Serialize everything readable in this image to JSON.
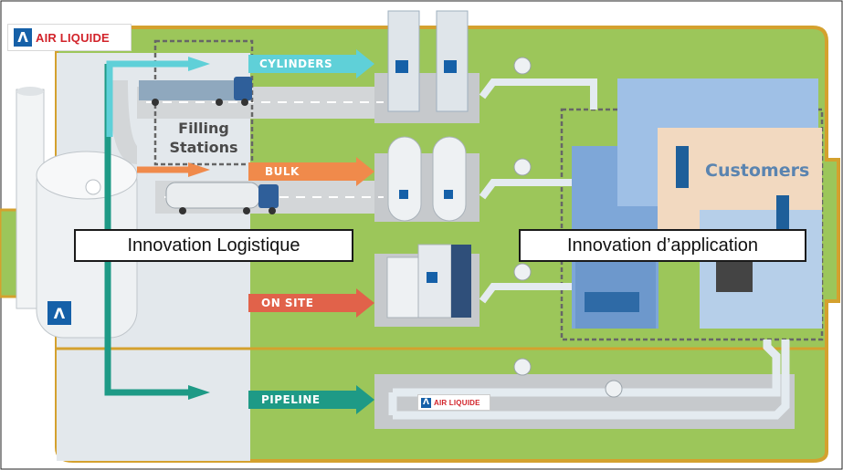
{
  "logo": {
    "icon": "air-liquide-logo-icon",
    "text": "AIR LIQUIDE"
  },
  "routes": {
    "cylinders": "CYLINDERS",
    "bulk": "BULK",
    "on_site": "ON SITE",
    "pipeline": "PIPELINE"
  },
  "filling_stations": {
    "line1": "Filling",
    "line2": "Stations"
  },
  "customers": "Customers",
  "callouts": {
    "logistics": "Innovation Logistique",
    "application": "Innovation d’application"
  },
  "pipeline_logo": {
    "text": "AIR LIQUIDE"
  },
  "colors": {
    "cylinders_arrow": "#5fd0d8",
    "bulk_arrow": "#f08a4b",
    "on_site_arrow": "#e1624a",
    "pipeline_arrow": "#1e9a86",
    "ground_green": "#9cc65a",
    "border_gold": "#d4a12e",
    "road_gray": "#d3d6d8",
    "brand_blue": "#1560a8",
    "brand_red": "#d2232a"
  }
}
